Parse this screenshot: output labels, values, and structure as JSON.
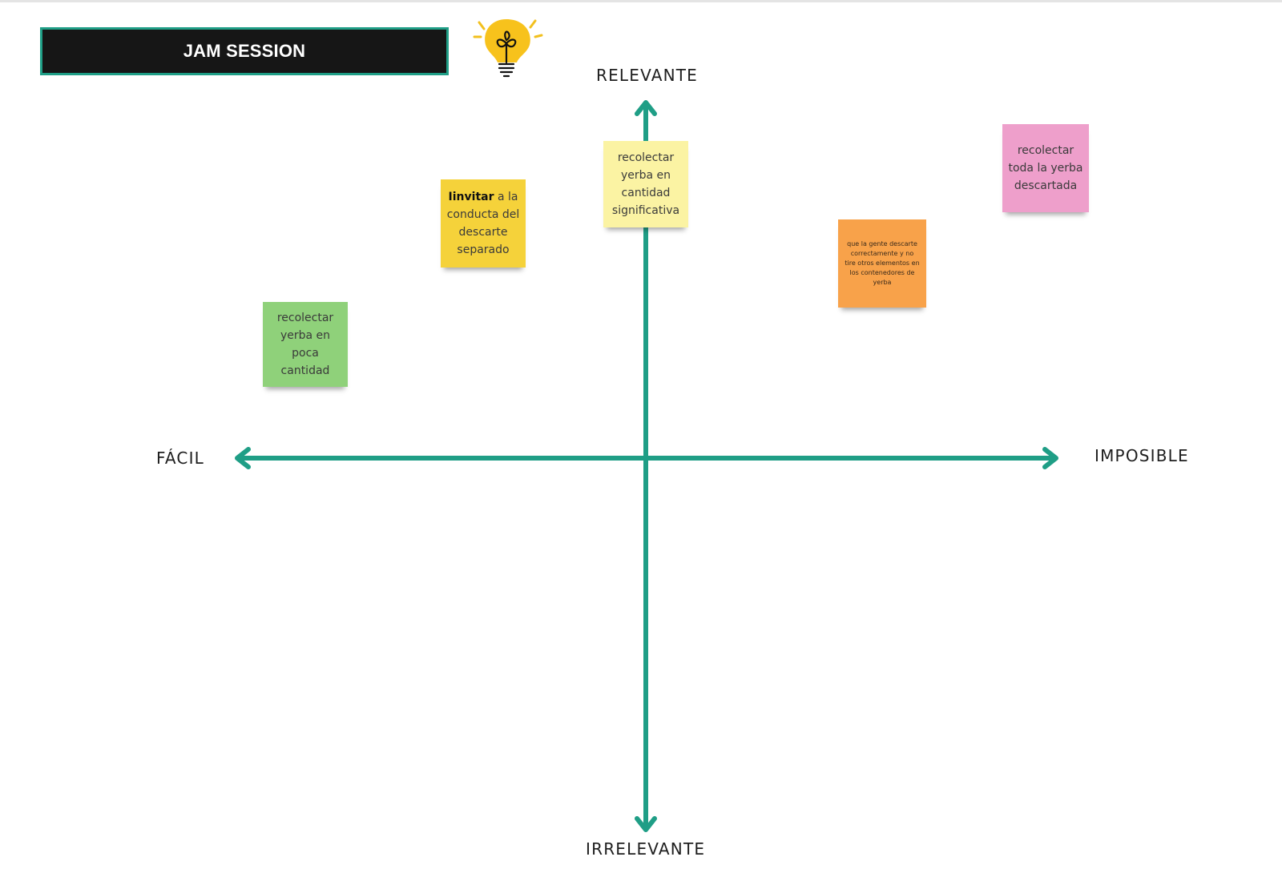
{
  "board": {
    "title": "JAM SESSION",
    "icon": "lightbulb-icon",
    "accent_color": "#1f9e86"
  },
  "axes": {
    "top_label": "RELEVANTE",
    "bottom_label": "IRRELEVANTE",
    "left_label": "FÁCIL",
    "right_label": "IMPOSIBLE",
    "color": "#1f9e86"
  },
  "notes": [
    {
      "id": "note-green",
      "emphasis": "",
      "text": "recolectar yerba en poca cantidad",
      "color": "#8fd17a"
    },
    {
      "id": "note-yellow",
      "emphasis": "Iinvitar",
      "text": " a la conducta del descarte separado",
      "color": "#f5d23a"
    },
    {
      "id": "note-light-yellow",
      "emphasis": "",
      "text": "recolectar yerba en cantidad significativa",
      "color": "#fbf3a3"
    },
    {
      "id": "note-orange",
      "emphasis": "",
      "text": "que la gente descarte correctamente y no tire otros elementos en los contenedores de yerba",
      "color": "#f8a24a"
    },
    {
      "id": "note-pink",
      "emphasis": "",
      "text": "recolectar toda la yerba descartada",
      "color": "#ee9fcb"
    }
  ]
}
